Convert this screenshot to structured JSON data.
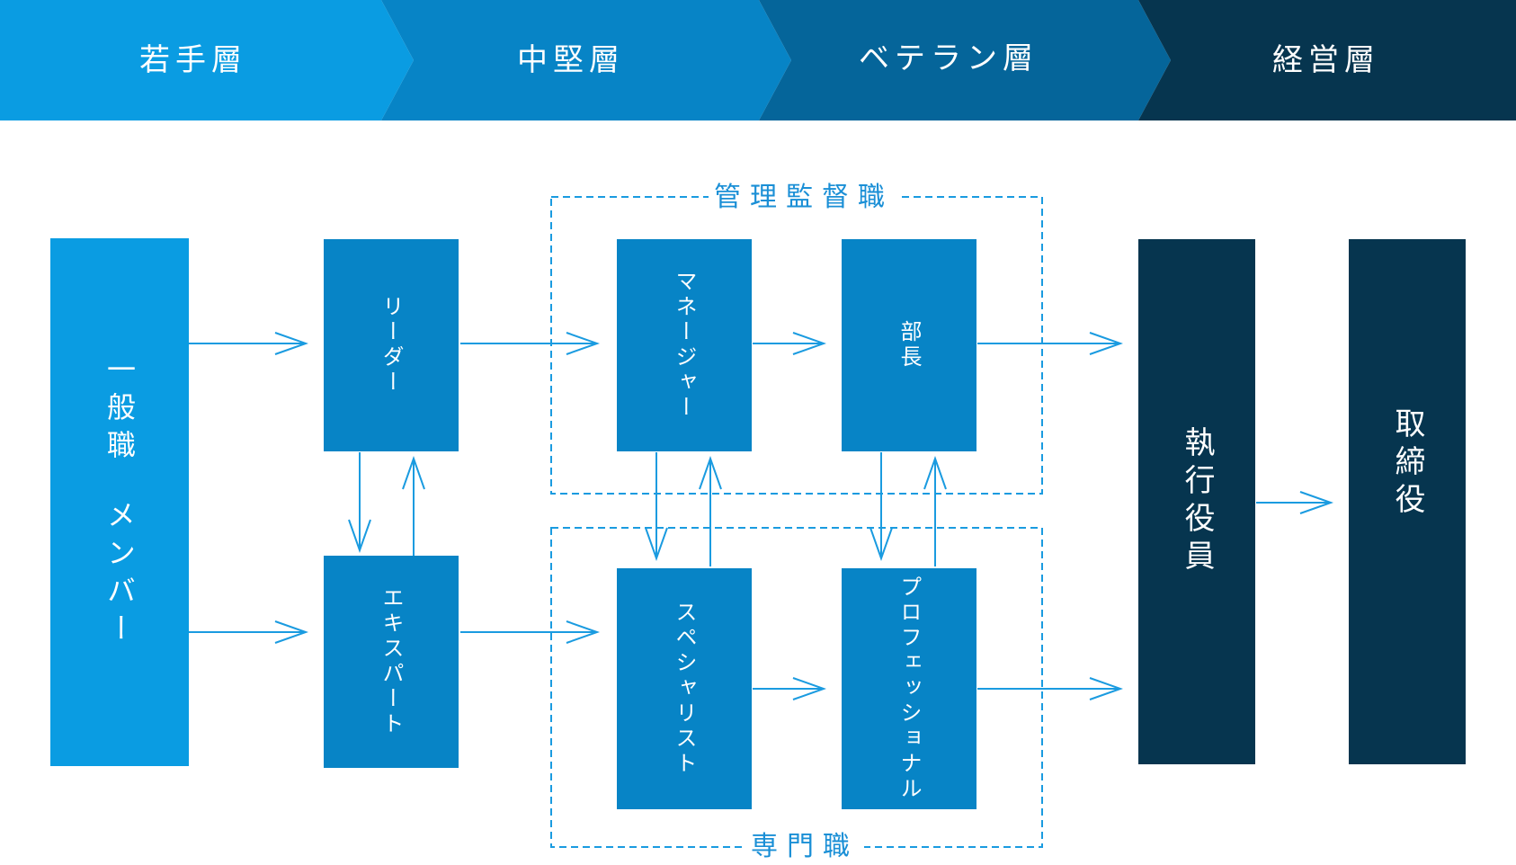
{
  "stages": [
    {
      "label": "若手層",
      "color": "#0a9ce2"
    },
    {
      "label": "中堅層",
      "color": "#0784c6"
    },
    {
      "label": "ベテラン層",
      "color": "#05659a"
    },
    {
      "label": "経営層",
      "color": "#06354f"
    }
  ],
  "groups": {
    "management": "管理監督職",
    "specialist": "専門職"
  },
  "boxes": {
    "general": {
      "line1": "一般職",
      "line2": "メンバー"
    },
    "leader": "リーダー",
    "expert": "エキスパート",
    "manager": "マネージャー",
    "bucho": "部長",
    "specialist": "スペシャリスト",
    "professional": "プロフェッショナル",
    "executive": "執行役員",
    "director": "取締役"
  },
  "colors": {
    "light_blue": "#0a9ce2",
    "mid_blue": "#0784c6",
    "dark_navy": "#06354f",
    "arrow": "#1a9be0",
    "dashed": "#1a9be0"
  }
}
